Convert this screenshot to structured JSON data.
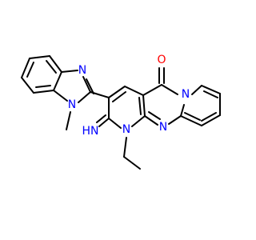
{
  "colors": {
    "nitrogen": "#0000FF",
    "oxygen": "#FF0000",
    "carbon": "#000000",
    "background": "#FFFFFF"
  },
  "labels": {
    "imidazole_n3": "N",
    "imidazole_n1": "N",
    "carbonyl_o": "O",
    "fused_n_right": "N",
    "pyrimidine_n": "N",
    "ring_n_ethyl": "N",
    "imine": "HN"
  }
}
